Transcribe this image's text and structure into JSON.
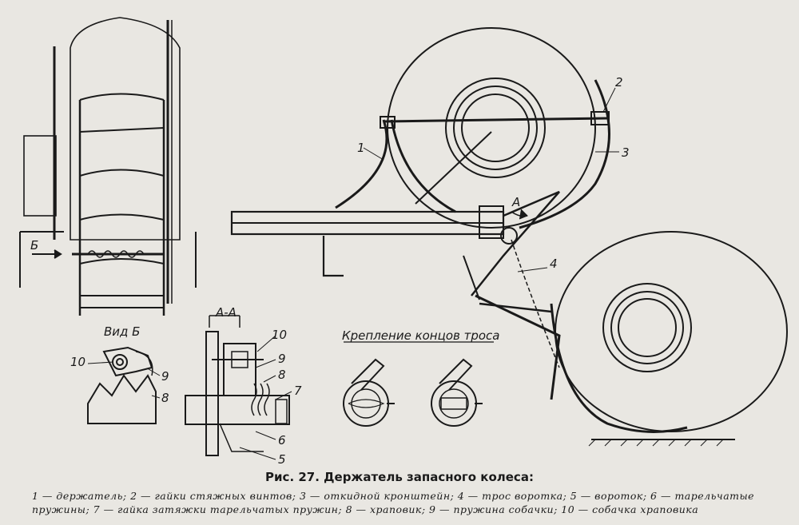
{
  "labels": {
    "view_b": "Вид Б",
    "section_aa": "А-А",
    "arrow_b": "Б",
    "arrow_a": "А",
    "cable_fastening": "Крепление концов троса",
    "n1": "1",
    "n2": "2",
    "n3": "3",
    "n4": "4",
    "n5": "5",
    "n6": "6",
    "n7": "7",
    "n8": "8",
    "n9": "9",
    "n10": "10",
    "n8b": "8",
    "n9b": "9",
    "n10b": "10"
  },
  "caption": {
    "title": "Рис. 27. Держатель запасного колеса:",
    "legend": "1 — держатель; 2 — гайки стяжных винтов; 3 — откидной кронштейн; 4 — трос воротка; 5 — вороток; 6 — тарельчатые пружины; 7 — гайка затяжки тарельчатых пружин; 8 — храповик; 9 — пружина собачки; 10 — собачка храповика"
  }
}
